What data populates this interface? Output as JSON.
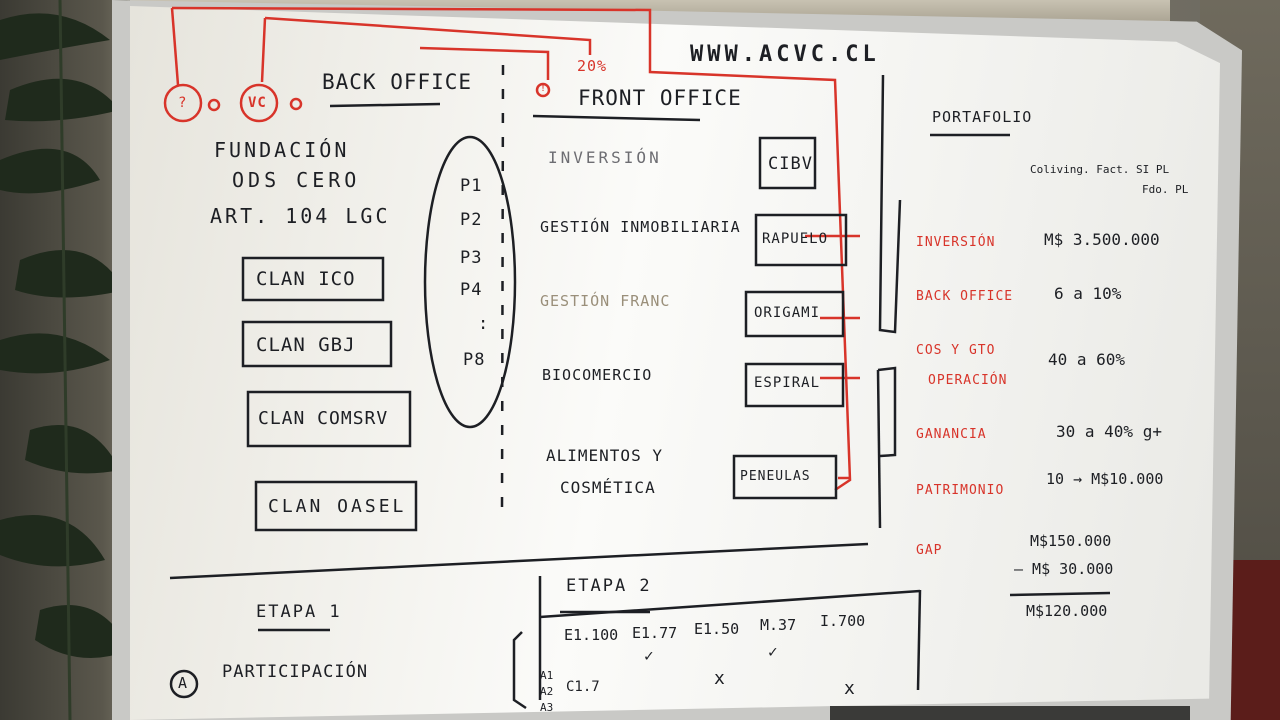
{
  "board": {
    "url": "WWW.ACVC.CL",
    "back_office": "BACK OFFICE",
    "front_office": "FRONT OFFICE",
    "percent": "20%",
    "marker_a": "?",
    "marker_b": "VC",
    "marker_c": "!",
    "foundation": [
      "FUNDACIÓN",
      "ODS CERO",
      "ART. 104 LGC"
    ],
    "boxes_left": [
      "CLAN ICO",
      "CLAN GBJ",
      "CLAN COMSRV",
      "CLAN OASEL"
    ],
    "phases": [
      "P1",
      "P2",
      "P3",
      "P4",
      ":",
      "P8"
    ],
    "front_items": [
      "INVERSIÓN",
      "GESTIÓN INMOBILIARIA",
      "GESTIÓN FRANC",
      "BIOCOMERCIO",
      "ALIMENTOS Y",
      "COSMÉTICA"
    ],
    "boxes_right": [
      "CIBV",
      "RAPUELO",
      "ORIGAMI",
      "ESPIRAL",
      "PENEULAS"
    ],
    "portfolio_title": "PORTAFOLIO",
    "portfolio_sub": "Coliving. Fact. SI PL",
    "portfolio_sub2": "Fdo. PL",
    "portfolio_labels": [
      "INVERSIÓN",
      "BACK OFFICE",
      "COS Y GTO",
      "OPERACIÓN",
      "GANANCIA",
      "PATRIMONIO",
      "GAP"
    ],
    "portfolio_values": [
      "M$ 3.500.000",
      "6 a 10%",
      "40 a 60%",
      "30 a 40% g+",
      "10 → M$10.000",
      "M$150.000",
      "– M$ 30.000",
      "M$120.000"
    ],
    "etapa1": "ETAPA 1",
    "etapa2": "ETAPA 2",
    "participacion": "PARTICIPACIÓN",
    "circle_a": "A",
    "columns": [
      "E1.100",
      "E1.77",
      "E1.50",
      "M.37",
      "I.700"
    ],
    "checks": [
      "✓",
      "✓"
    ],
    "crosses": [
      "x",
      "x"
    ],
    "rows": [
      "A1",
      "A2",
      "A3"
    ],
    "row_value": "C1.7"
  }
}
